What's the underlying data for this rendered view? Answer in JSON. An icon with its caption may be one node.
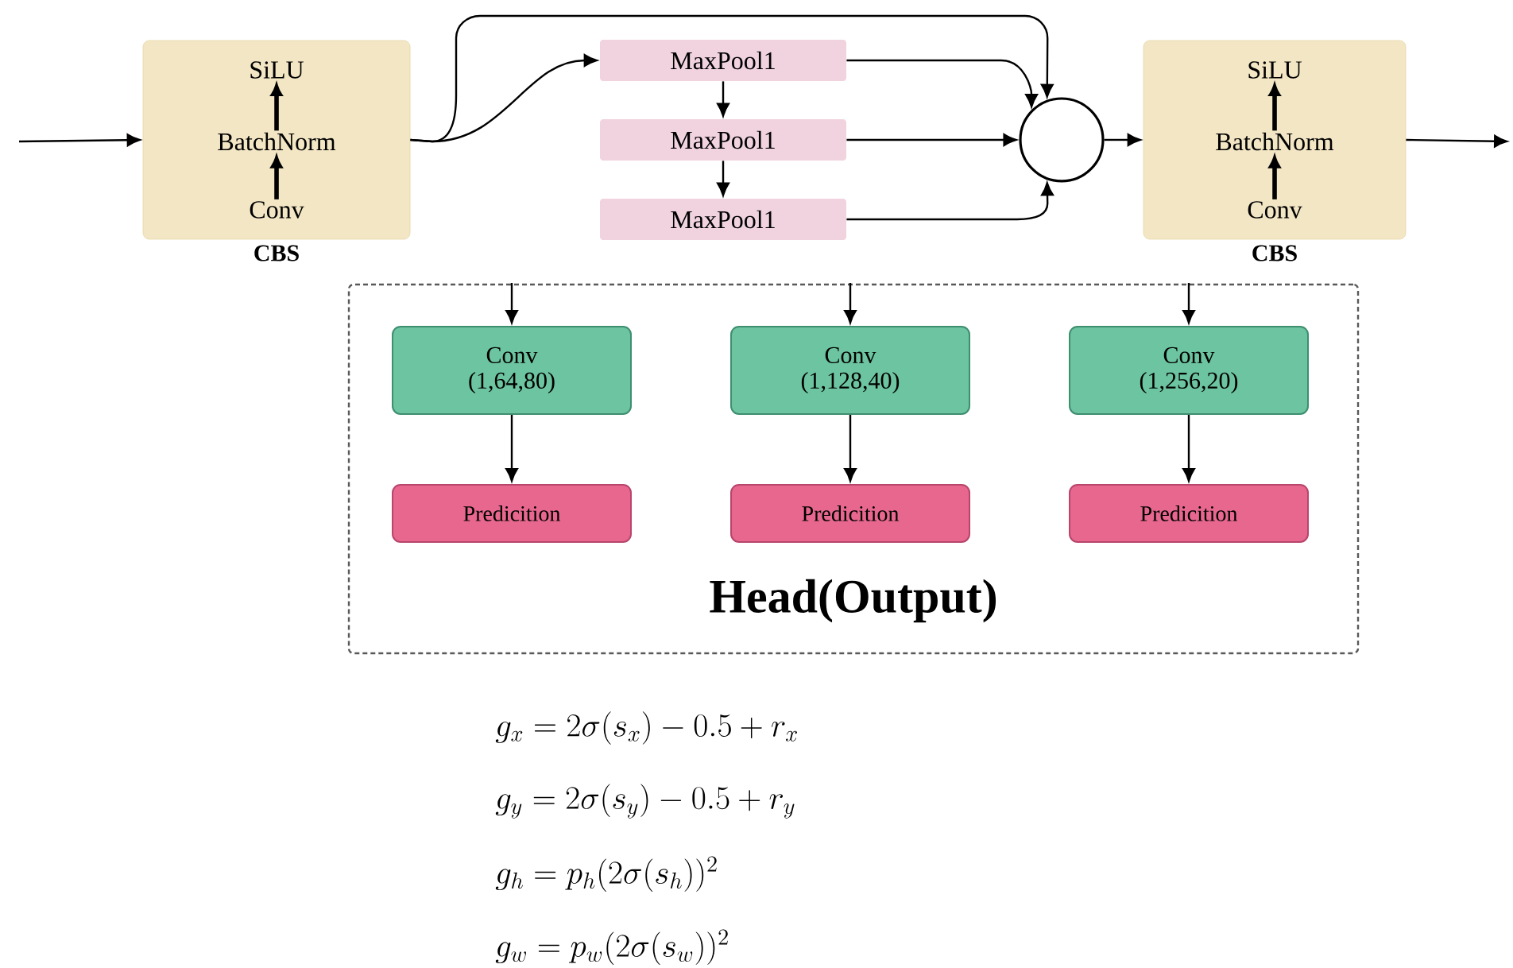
{
  "diagram": {
    "nodes": [
      {
        "text": [
          "CBS"
        ]
      },
      {
        "text": [
          "SiLU"
        ],
        "in": 0
      },
      {
        "text": [
          "BatchNorm"
        ],
        "in": 0
      },
      {
        "text": [
          "Conv"
        ],
        "in": 0
      },
      {
        "text": [
          "MaxPool1"
        ]
      },
      {
        "text": [
          "MaxPool1"
        ]
      },
      {
        "text": [
          "MaxPool1"
        ]
      },
      {
        "text": [],
        "shape": "circle"
      },
      {
        "text": [
          "CBS"
        ]
      },
      {
        "text": [
          "SiLU"
        ],
        "in": 8
      },
      {
        "text": [
          "BatchNorm"
        ],
        "in": 8
      },
      {
        "text": [
          "Conv"
        ],
        "in": 8
      },
      {
        "text": [
          "Head(Output)"
        ]
      },
      {
        "text": [
          "Conv",
          "(1,64,80)"
        ],
        "in": 12
      },
      {
        "text": [
          "Conv",
          "(1,128,40)"
        ],
        "in": 12
      },
      {
        "text": [
          "Conv",
          "(1,256,20)"
        ],
        "in": 12
      },
      {
        "text": [
          "Predicition"
        ],
        "in": 12
      },
      {
        "text": [
          "Predicition"
        ],
        "in": 12
      },
      {
        "text": [
          "Predicition"
        ],
        "in": 12
      }
    ],
    "edges": [
      {
        "from": null,
        "to": 0,
        "arrow": "to"
      },
      {
        "from": 3,
        "to": 2,
        "arrow": "to",
        "style": "thick"
      },
      {
        "from": 2,
        "to": 1,
        "arrow": "to",
        "style": "thick"
      },
      {
        "from": 0,
        "to": 4,
        "arrow": "to"
      },
      {
        "from": 0,
        "to": 7,
        "arrow": "to"
      },
      {
        "from": 4,
        "to": 5,
        "arrow": "to"
      },
      {
        "from": 5,
        "to": 6,
        "arrow": "to"
      },
      {
        "from": 4,
        "to": 7,
        "arrow": "to"
      },
      {
        "from": 5,
        "to": 7,
        "arrow": "to"
      },
      {
        "from": 6,
        "to": 7,
        "arrow": "to"
      },
      {
        "from": 7,
        "to": 8,
        "arrow": "to"
      },
      {
        "from": 8,
        "to": null,
        "arrow": "to"
      },
      {
        "from": 11,
        "to": 10,
        "arrow": "to",
        "style": "thick"
      },
      {
        "from": 10,
        "to": 9,
        "arrow": "to",
        "style": "thick"
      },
      {
        "from": null,
        "to": 13,
        "arrow": "to"
      },
      {
        "from": null,
        "to": 14,
        "arrow": "to"
      },
      {
        "from": null,
        "to": 15,
        "arrow": "to"
      },
      {
        "from": 13,
        "to": 16,
        "arrow": "to"
      },
      {
        "from": 14,
        "to": 17,
        "arrow": "to"
      },
      {
        "from": 15,
        "to": 18,
        "arrow": "to"
      }
    ],
    "labels": [
      "g_x = 2\\sigma(s_x) - 0.5 + r_x",
      "g_y = 2\\sigma(s_y) - 0.5 + r_y",
      "g_h = p_h(2\\sigma(s_h))^2",
      "g_w = p_w(2\\sigma(s_w))^2"
    ]
  }
}
